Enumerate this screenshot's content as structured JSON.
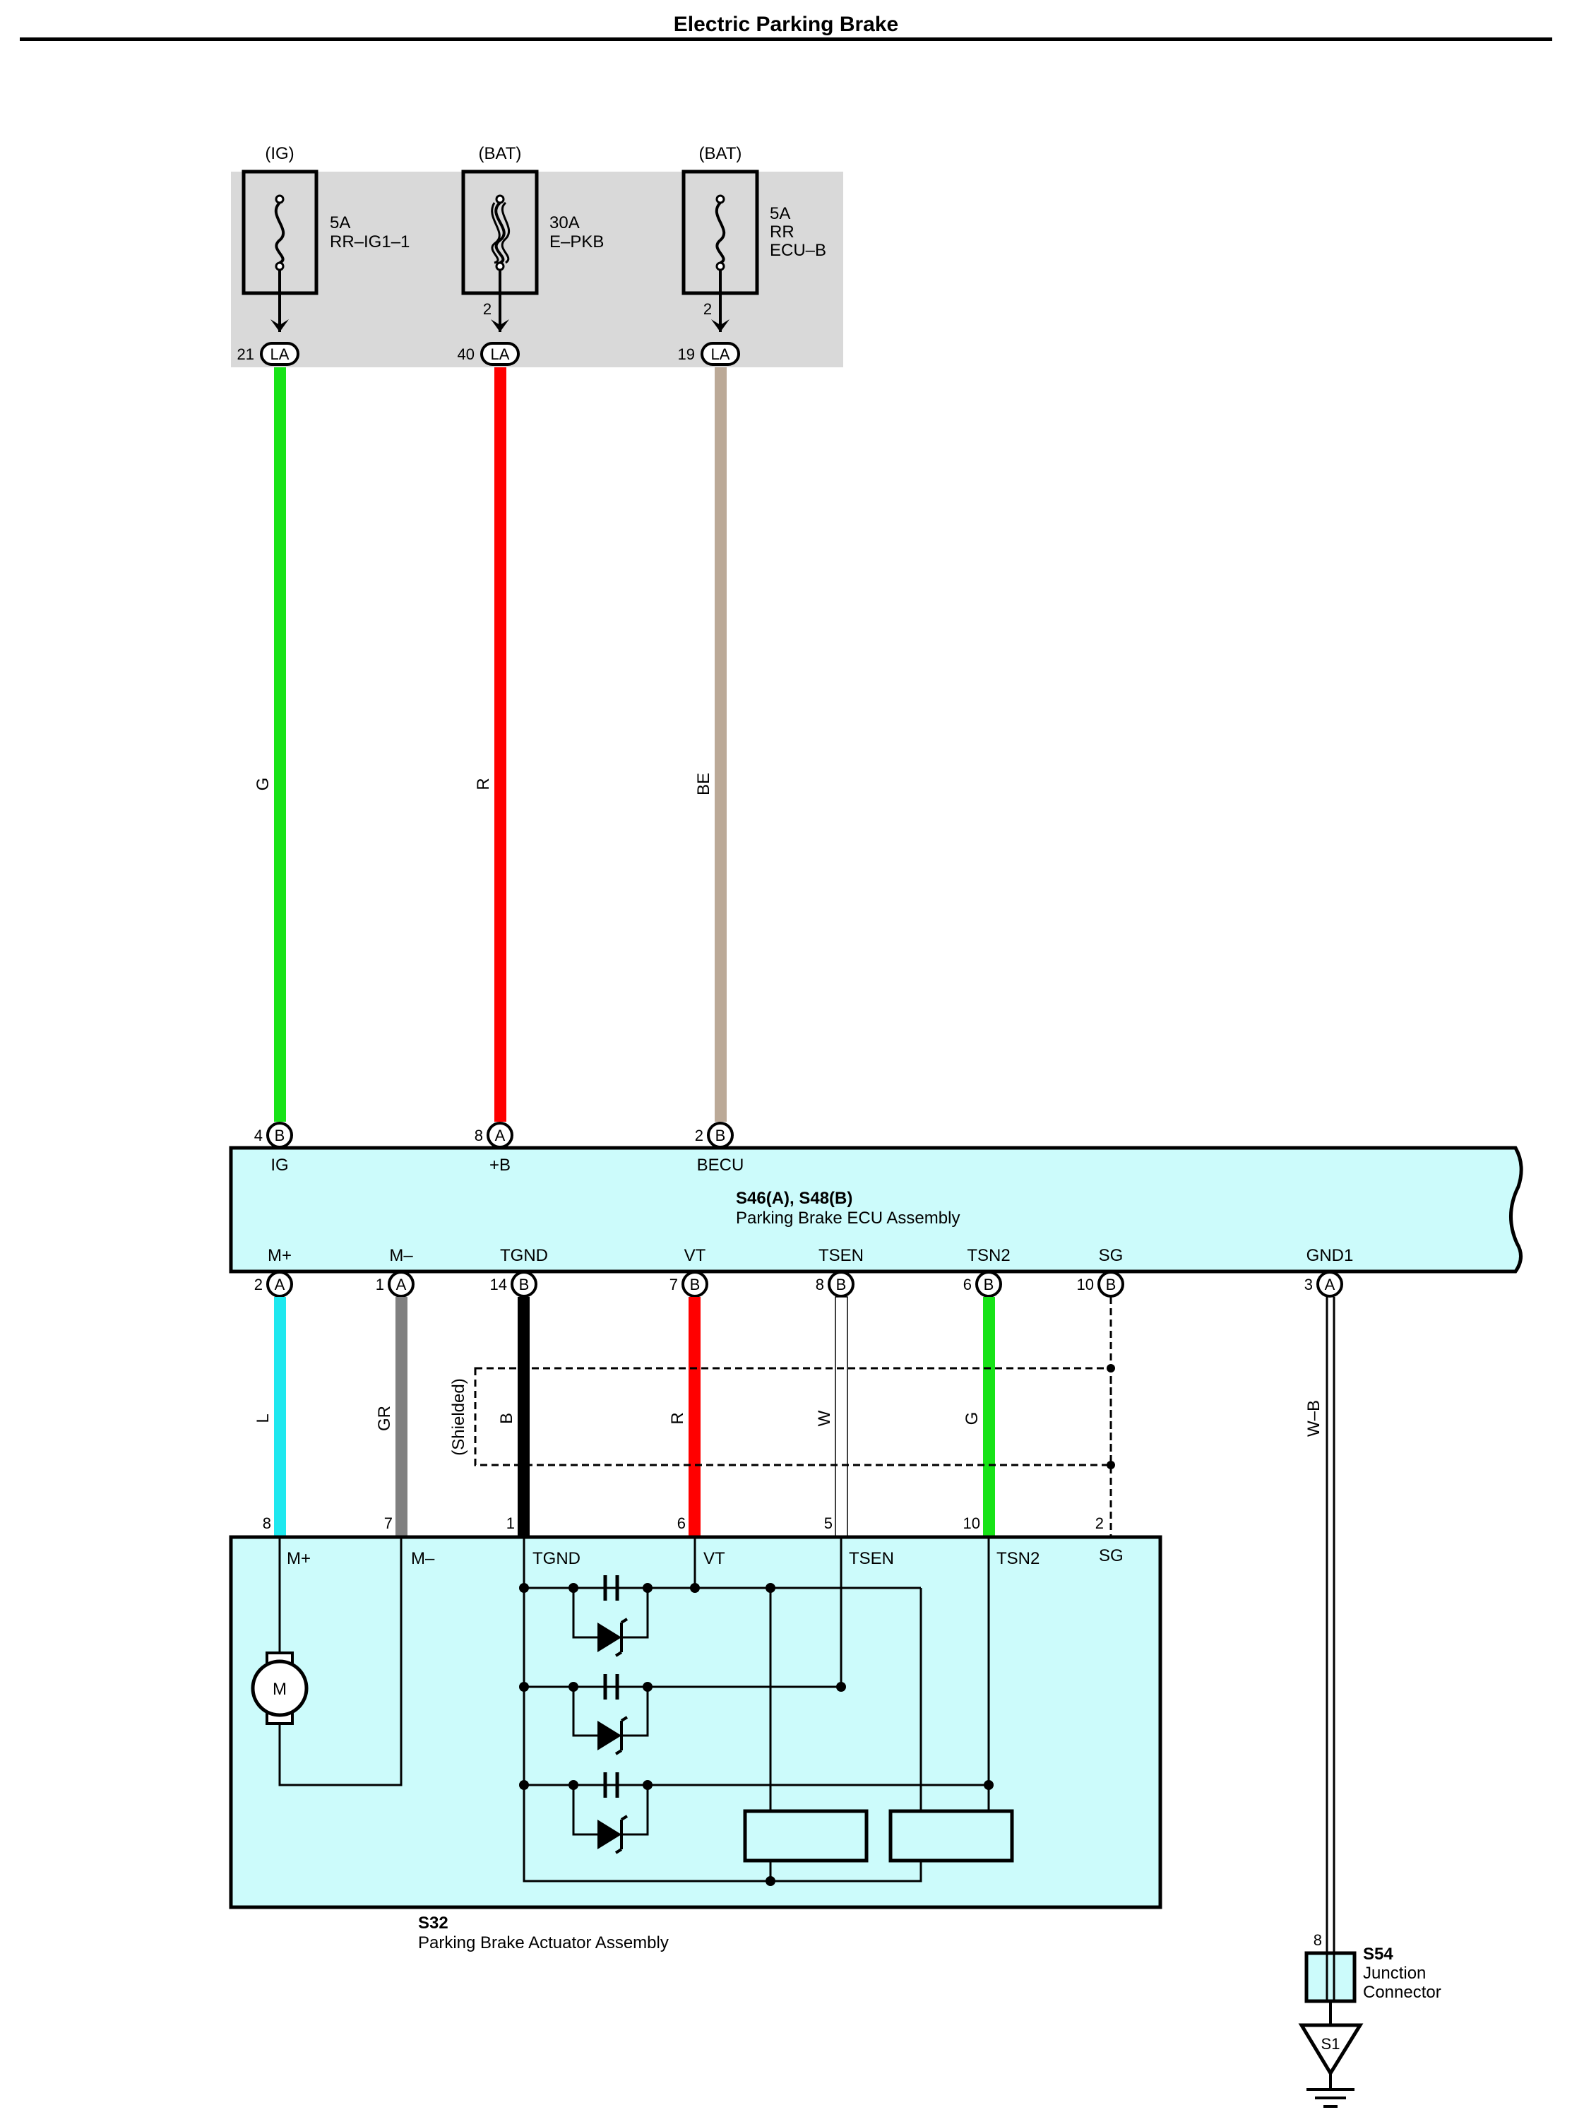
{
  "title": "Electric Parking Brake",
  "fuses": [
    {
      "source": "(IG)",
      "rating": "5A",
      "name_line1": "RR–IG1–1",
      "name_line2": "",
      "name_line3": "",
      "in_pin": "",
      "out_pin": "21",
      "conn": "LA"
    },
    {
      "source": "(BAT)",
      "rating": "30A",
      "name_line1": "E–PKB",
      "name_line2": "",
      "name_line3": "",
      "in_pin": "2",
      "out_pin": "40",
      "conn": "LA"
    },
    {
      "source": "(BAT)",
      "rating": "5A",
      "name_line1": "RR",
      "name_line2": "ECU–B",
      "name_line3": "",
      "in_pin": "2",
      "out_pin": "19",
      "conn": "LA"
    }
  ],
  "upper_wires": [
    {
      "color_code": "G",
      "color": "#17e317"
    },
    {
      "color_code": "R",
      "color": "#ff0000"
    },
    {
      "color_code": "BE",
      "color": "#bba997"
    }
  ],
  "ecu": {
    "code": "S46(A), S48(B)",
    "name": "Parking Brake ECU Assembly",
    "fill": "#ccfbfb",
    "top_pins": [
      {
        "pin": "4",
        "conn": "B",
        "label": "IG"
      },
      {
        "pin": "8",
        "conn": "A",
        "label": "+B"
      },
      {
        "pin": "2",
        "conn": "B",
        "label": "BECU"
      }
    ],
    "bottom_pins": [
      {
        "pin": "2",
        "conn": "A",
        "label": "M+"
      },
      {
        "pin": "1",
        "conn": "A",
        "label": "M–"
      },
      {
        "pin": "14",
        "conn": "B",
        "label": "TGND"
      },
      {
        "pin": "7",
        "conn": "B",
        "label": "VT"
      },
      {
        "pin": "8",
        "conn": "B",
        "label": "TSEN"
      },
      {
        "pin": "6",
        "conn": "B",
        "label": "TSN2"
      },
      {
        "pin": "10",
        "conn": "B",
        "label": "SG"
      },
      {
        "pin": "3",
        "conn": "A",
        "label": "GND1"
      }
    ]
  },
  "lower_wires": [
    {
      "color_code": "L",
      "color": "#1ee8ef"
    },
    {
      "color_code": "GR",
      "color": "#808080"
    },
    {
      "color_code": "B",
      "color": "#000000"
    },
    {
      "color_code": "R",
      "color": "#ff0000"
    },
    {
      "color_code": "W",
      "color": "#ffffff"
    },
    {
      "color_code": "G",
      "color": "#17e317"
    },
    {
      "color_code": "W–B",
      "color": "#000000"
    }
  ],
  "shield_label": "(Shielded)",
  "actuator": {
    "code": "S32",
    "name": "Parking Brake Actuator Assembly",
    "fill": "#ccfbfb",
    "motor_label": "M",
    "pins": [
      {
        "pin": "8",
        "label": "M+"
      },
      {
        "pin": "7",
        "label": "M–"
      },
      {
        "pin": "1",
        "label": "TGND"
      },
      {
        "pin": "6",
        "label": "VT"
      },
      {
        "pin": "5",
        "label": "TSEN"
      },
      {
        "pin": "10",
        "label": "TSN2"
      },
      {
        "pin": "2",
        "label": "SG"
      }
    ]
  },
  "junction": {
    "code": "S54",
    "name_line1": "Junction",
    "name_line2": "Connector",
    "pin": "8",
    "ground_label": "S1",
    "fill": "#ccfbfb"
  },
  "fuse_box_fill": "#d9d9d9"
}
